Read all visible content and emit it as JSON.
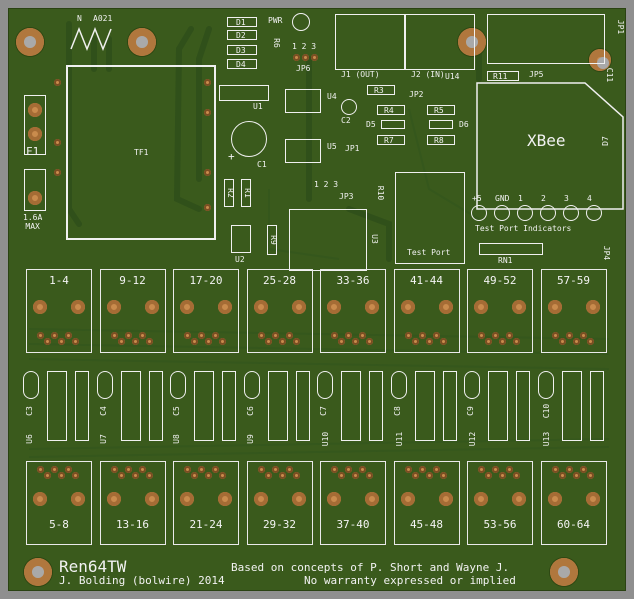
{
  "board": {
    "name": "Ren64TW",
    "author": "J. Bolding (bolwire) 2014",
    "credit": "Based on concepts of P. Short and Wayne J.",
    "warranty": "No warranty expressed or implied"
  },
  "labels": {
    "jp1": "JP1",
    "fuse": "F1",
    "fuse_rating": "1.6A\nMAX",
    "tf1": "TF1",
    "c1": "C1",
    "c1_plus": "+",
    "r1": "R1",
    "r2": "R2",
    "u1": "U1",
    "u2": "U2",
    "r9": "R9",
    "d1": "D1",
    "d2": "D2",
    "d3": "D3",
    "d4": "D4",
    "pwr": "PWR",
    "r6": "R6",
    "jp6": "JP6",
    "jp6_pins": "1 2 3",
    "u4": "U4",
    "u5": "U5",
    "c2": "C2",
    "jp1_small": "JP1",
    "d5": "D5",
    "d6": "D6",
    "r3": "R3",
    "r4": "R4",
    "r5": "R5",
    "r7": "R7",
    "r8": "R8",
    "j1": "J1 (OUT)",
    "j2": "J2 (IN)",
    "jp2": "JP2",
    "u14": "U14",
    "r11": "R11",
    "jp5": "JP5",
    "c11": "C11",
    "xbee": "XBee",
    "d7": "D7",
    "jp3": "JP3",
    "jp3_pins": "1 2 3",
    "u3": "U3",
    "r10": "R10",
    "test_port": "Test Port",
    "rn1": "RN1",
    "jp4": "JP4",
    "indicators_title": "Test Port Indicators",
    "top_mark_n": "N",
    "top_mark_a": "A021"
  },
  "indicators": [
    "+5",
    "GND",
    "1",
    "2",
    "3",
    "4"
  ],
  "top_jacks": [
    "1-4",
    "9-12",
    "17-20",
    "25-28",
    "33-36",
    "41-44",
    "49-52",
    "57-59"
  ],
  "bottom_jacks": [
    "5-8",
    "13-16",
    "21-24",
    "29-32",
    "37-40",
    "45-48",
    "53-56",
    "60-64"
  ],
  "caps": [
    "C3",
    "C4",
    "C5",
    "C6",
    "C7",
    "C8",
    "C9",
    "C10"
  ],
  "ics": [
    "U6",
    "U7",
    "U8",
    "U9",
    "U10",
    "U11",
    "U12",
    "U13"
  ]
}
